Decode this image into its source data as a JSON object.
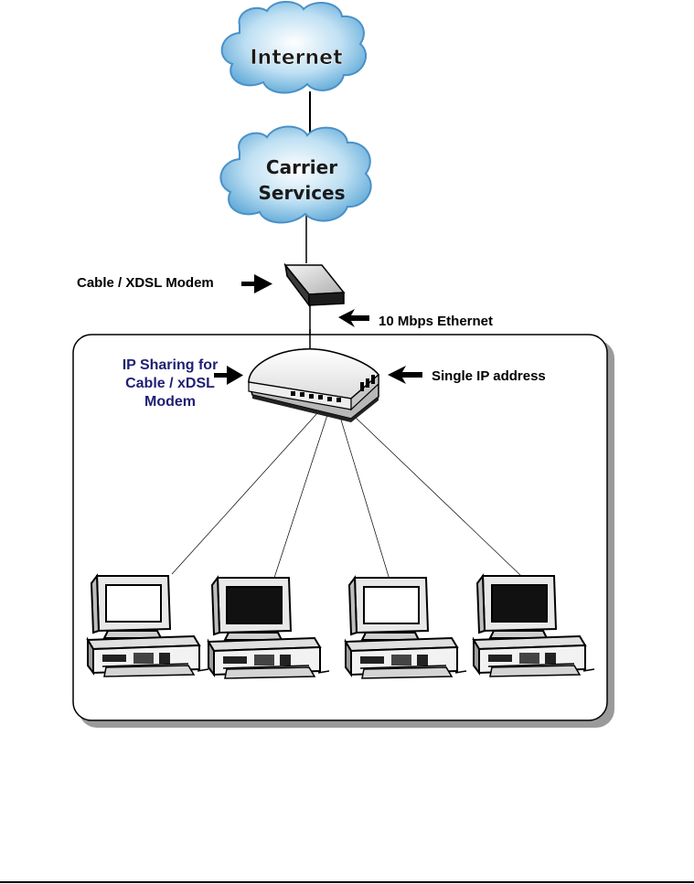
{
  "clouds": {
    "internet": "Internet",
    "carrier_line1": "Carrier",
    "carrier_line2": "Services"
  },
  "labels": {
    "modem": "Cable / XDSL Modem",
    "ethernet": "10 Mbps Ethernet",
    "router_line1": "IP Sharing for",
    "router_line2": "Cable / xDSL",
    "router_line3": "Modem",
    "single_ip": "Single IP address"
  },
  "colors": {
    "cloud_fill": "#a8d4ee",
    "cloud_edge": "#3f8dc4",
    "router_label": "#1f1f73",
    "text": "#000000"
  },
  "computers": [
    {
      "screen": "light"
    },
    {
      "screen": "dark"
    },
    {
      "screen": "light"
    },
    {
      "screen": "dark"
    }
  ]
}
